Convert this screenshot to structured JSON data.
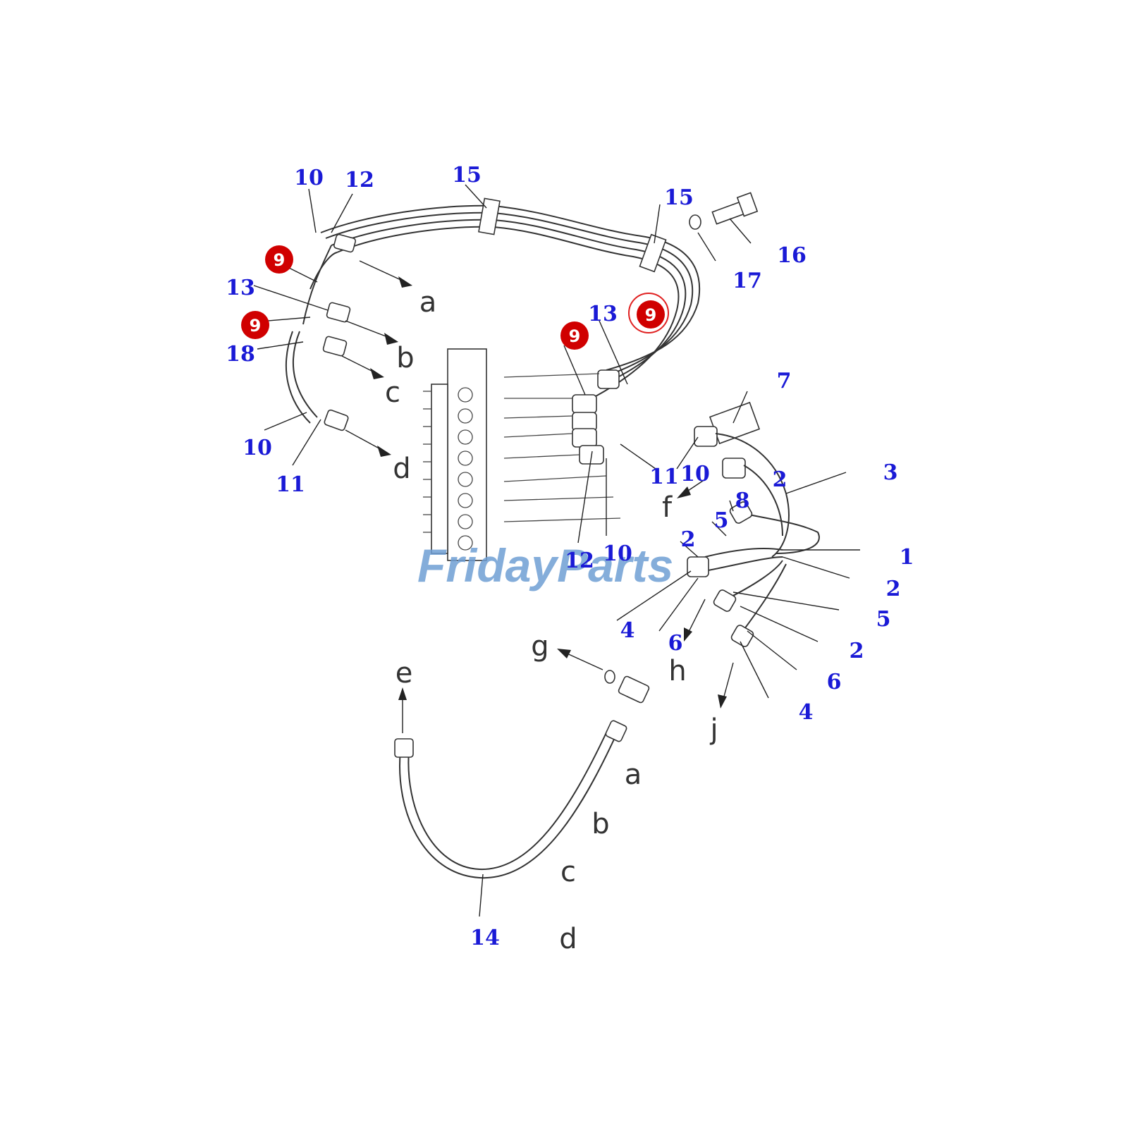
{
  "colors": {
    "callout_number": "#1a1ad6",
    "badge_fill": "#d00000",
    "badge_text": "#ffffff",
    "letter_text": "#333333",
    "line": "#333333",
    "watermark_blue": "#6f9fd4",
    "watermark_orange": "#f2a23a"
  },
  "watermark": {
    "text": "FridayParts"
  },
  "callouts": [
    "10",
    "12",
    "15",
    "15",
    "16",
    "17",
    "13",
    "18",
    "10",
    "11",
    "13",
    "7",
    "3",
    "11",
    "10",
    "2",
    "8",
    "5",
    "2",
    "1",
    "12",
    "10",
    "2",
    "5",
    "4",
    "6",
    "2",
    "6",
    "4",
    "14"
  ],
  "badges": [
    "9",
    "9",
    "9",
    "9"
  ],
  "letters": [
    "a",
    "b",
    "c",
    "d",
    "f",
    "g",
    "h",
    "j",
    "e",
    "a",
    "b",
    "c",
    "d"
  ]
}
